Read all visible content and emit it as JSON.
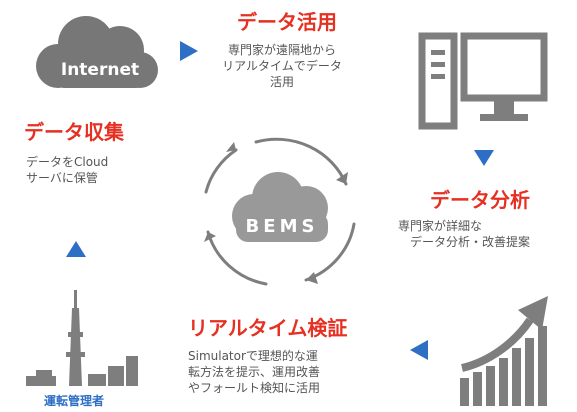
{
  "diagram": {
    "center_label": "BEMS",
    "internet_label": "Internet",
    "operator_label": "運転管理者",
    "steps": {
      "utilize": {
        "title": "データ活用",
        "lines": [
          "専門家が遠隔地から",
          "リアルタイムでデータ",
          "活用"
        ]
      },
      "analyze": {
        "title": "データ分析",
        "lines": [
          "専門家が詳細な",
          "データ分析・改善提案"
        ]
      },
      "verify": {
        "title": "リアルタイム検証",
        "lines": [
          "Simulatorで理想的な運",
          "転方法を提示、運用改善",
          "やフォールト検知に活用"
        ]
      },
      "collect": {
        "title": "データ収集",
        "lines": [
          "データをCloud",
          "サーバに保管"
        ]
      }
    },
    "colors": {
      "title_red": "#e53022",
      "arrow_blue": "#2e6fc6",
      "icon_gray": "#7e7e7e",
      "cloud_gray": "#9a9a9a"
    }
  }
}
